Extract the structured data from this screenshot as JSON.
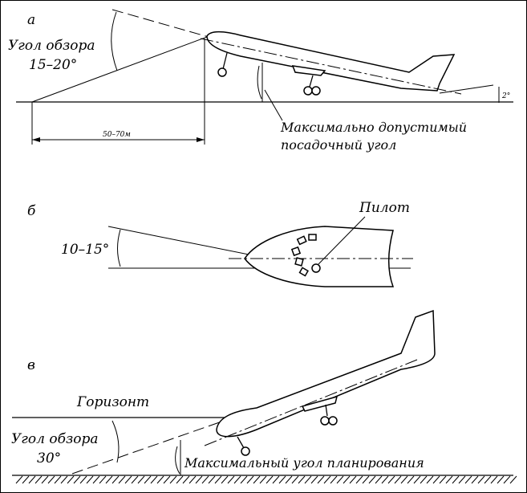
{
  "panel_a": {
    "letter": "a",
    "view_angle_line1": "Угол обзора",
    "view_angle_line2": "15–20°",
    "distance": "50–70м",
    "max_landing_line1": "Максимально допустимый",
    "max_landing_line2": "посадочный угол",
    "tail_clearance": "2°"
  },
  "panel_b": {
    "letter": "б",
    "pilot": "Пилот",
    "angle": "10–15°"
  },
  "panel_c": {
    "letter": "в",
    "horizon": "Горизонт",
    "view_angle_line1": "Угол обзора",
    "view_angle_line2": "30°",
    "max_glide": "Максимальный угол планирования"
  }
}
